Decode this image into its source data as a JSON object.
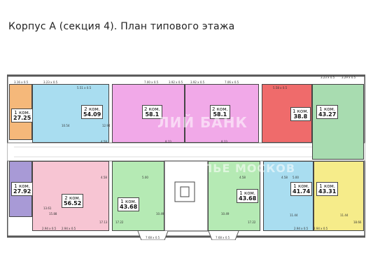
{
  "title": "Корпус А (секция 4). План типового этажа",
  "watermark": [
    "ЛИЙ БАНК",
    "ЖИЛЬЕ МОСКОВ"
  ],
  "apartments": [
    {
      "id": "a1",
      "rooms": "1 ком.",
      "area": "27.25",
      "color": "#f5b87a"
    },
    {
      "id": "a2",
      "rooms": "2 ком.",
      "area": "54.09",
      "color": "#a9ddf0"
    },
    {
      "id": "a3",
      "rooms": "2 ком.",
      "area": "58.1",
      "color": "#f1a9e8"
    },
    {
      "id": "a4",
      "rooms": "2 ком.",
      "area": "58.1",
      "color": "#f1a9e8"
    },
    {
      "id": "a5",
      "rooms": "1 ком.",
      "area": "38.8",
      "color": "#ef6b6b"
    },
    {
      "id": "a6",
      "rooms": "1 ком.",
      "area": "43.27",
      "color": "#a8dcb0"
    },
    {
      "id": "a7",
      "rooms": "1 ком.",
      "area": "27.92",
      "color": "#a89ad6"
    },
    {
      "id": "a8",
      "rooms": "2 ком.",
      "area": "56.52",
      "color": "#f7c5d3"
    },
    {
      "id": "a9",
      "rooms": "1 ком.",
      "area": "43.68",
      "color": "#b5eab4"
    },
    {
      "id": "a10",
      "rooms": "1 ком.",
      "area": "43.68",
      "color": "#b5eab4"
    },
    {
      "id": "a11",
      "rooms": "1 ком.",
      "area": "41.74",
      "color": "#a9ddf0"
    },
    {
      "id": "a12",
      "rooms": "1 ком.",
      "area": "43.31",
      "color": "#f6ec8a"
    }
  ],
  "dimensions": {
    "top": [
      "3.16 x 0.5",
      "3.23 x 0.5",
      "5.51 x 0.5",
      "7.00 x 0.5",
      "3.92 x 0.5",
      "3.92 x 0.5",
      "7.06 x 0.5",
      "5.58 x 0.5",
      "3.23 x 0.5",
      "3.29 x 0.5"
    ],
    "bottom": [
      "2.94 x 0.5",
      "2.94 x 0.5",
      "7.68 x 0.5",
      "7.68 x 0.5",
      "2.94 x 0.5",
      "2.94 x 0.5"
    ],
    "inner": [
      "10.54",
      "12.94",
      "17.13",
      "13.61",
      "15.88",
      "11.44",
      "17.22",
      "10.49",
      "10.49",
      "17.22",
      "11.44",
      "18.66",
      "4.58",
      "4.58",
      "4.58",
      "4.58",
      "5.00",
      "5.00",
      "8.33",
      "8.33"
    ]
  },
  "colors": {
    "corridor": "#ffffff",
    "wall": "#555555",
    "stair": "#ffffff"
  }
}
